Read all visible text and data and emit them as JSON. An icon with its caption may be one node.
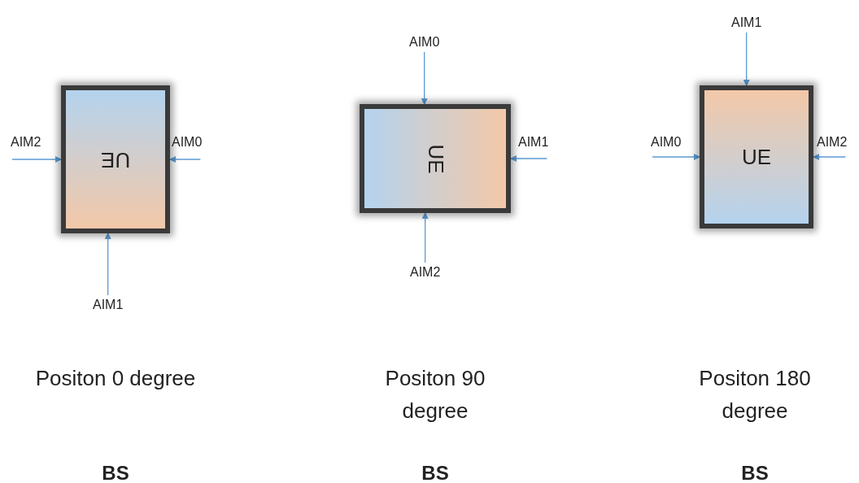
{
  "diagram": {
    "nodes": [
      {
        "text": [
          "UE"
        ]
      },
      {
        "text": [
          "AIM2"
        ]
      },
      {
        "text": [
          "AIM0"
        ]
      },
      {
        "text": [
          "AIM1"
        ]
      },
      {
        "text": [
          "AIM0"
        ]
      },
      {
        "text": [
          "UE"
        ]
      },
      {
        "text": [
          "AIM1"
        ]
      },
      {
        "text": [
          "AIM2"
        ]
      },
      {
        "text": [
          "AIM1"
        ]
      },
      {
        "text": [
          "AIM0"
        ]
      },
      {
        "text": [
          "UE"
        ]
      },
      {
        "text": [
          "AIM2"
        ]
      }
    ],
    "edges": [
      {
        "from": 1,
        "to": 0,
        "arrow": "to"
      },
      {
        "from": 2,
        "to": 0,
        "arrow": "to"
      },
      {
        "from": 3,
        "to": 0,
        "arrow": "to"
      },
      {
        "from": 4,
        "to": 5,
        "arrow": "to"
      },
      {
        "from": 6,
        "to": 5,
        "arrow": "to"
      },
      {
        "from": 7,
        "to": 5,
        "arrow": "to"
      },
      {
        "from": 8,
        "to": 10,
        "arrow": "to"
      },
      {
        "from": 9,
        "to": 10,
        "arrow": "to"
      },
      {
        "from": 11,
        "to": 10,
        "arrow": "to"
      }
    ],
    "labels": [
      "Positon 0 degree",
      "Positon 90 degree",
      "Positon 180 degree",
      "BS",
      "BS",
      "BS"
    ]
  }
}
